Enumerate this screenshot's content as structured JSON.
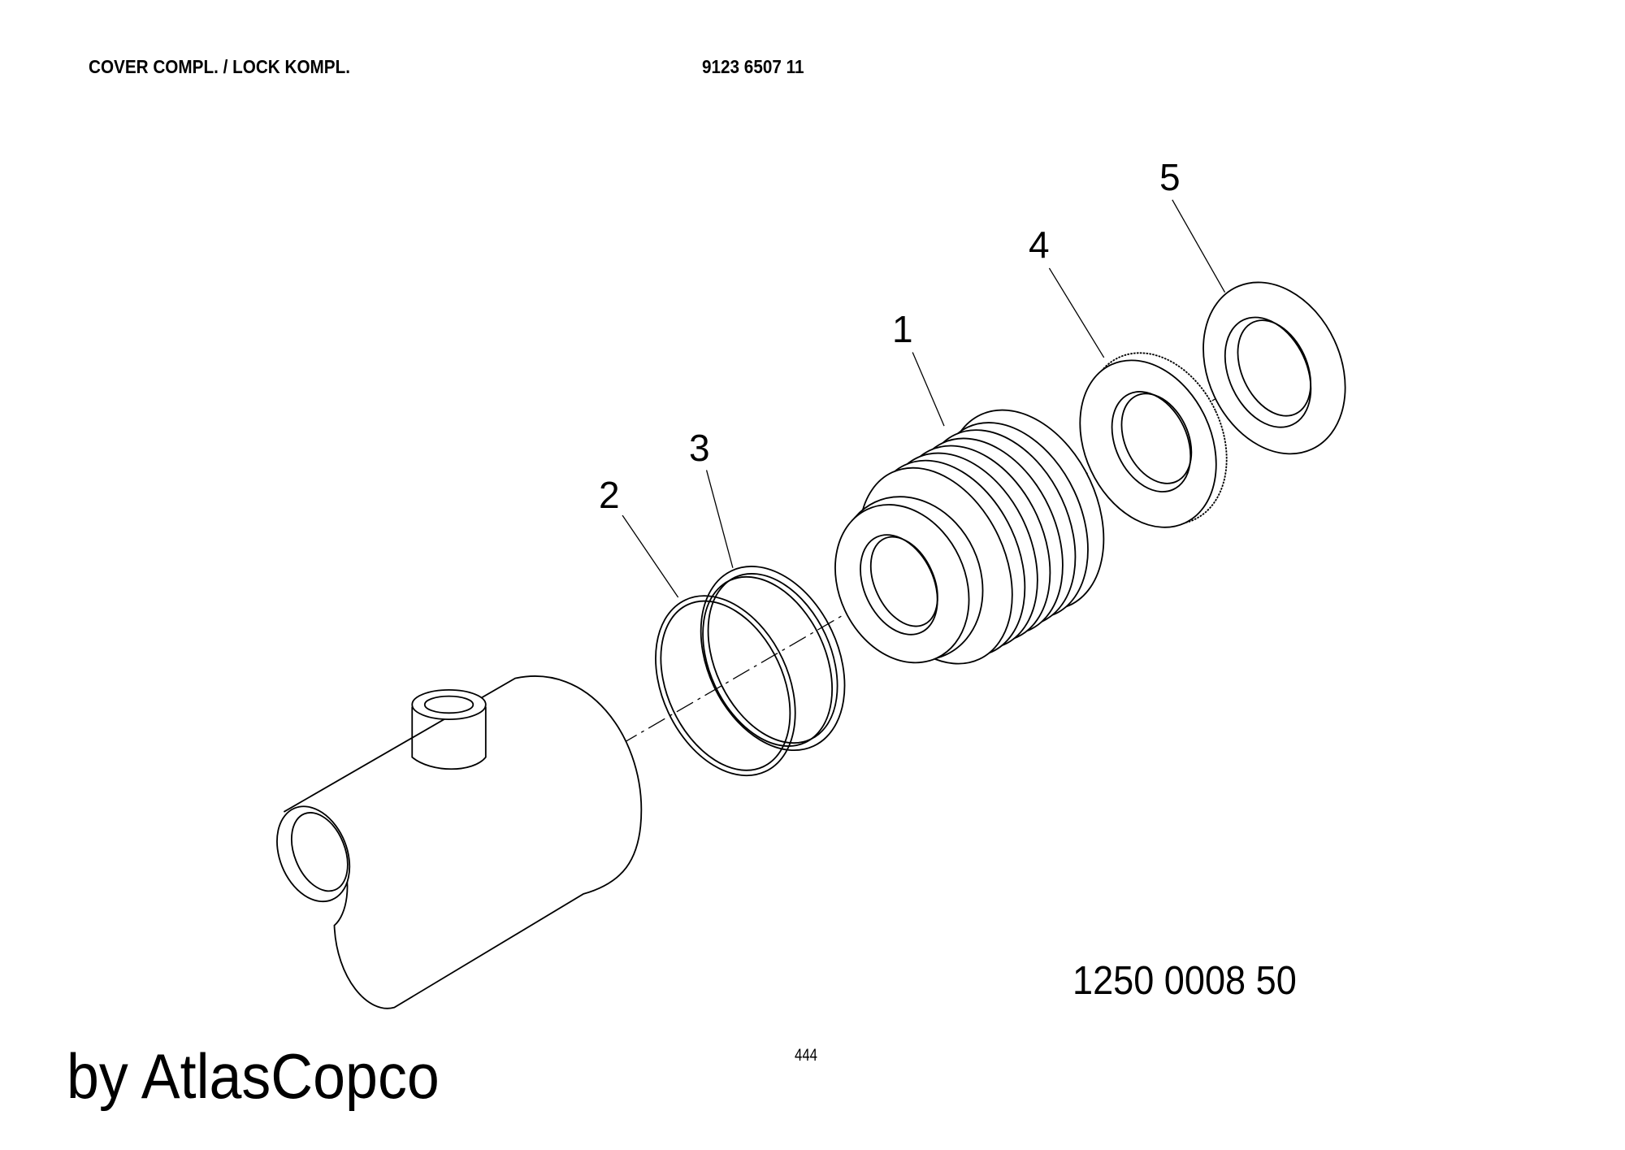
{
  "header": {
    "title": "COVER COMPL. / LOCK KOMPL.",
    "part_number": "9123 6507 11"
  },
  "callouts": [
    "1",
    "2",
    "3",
    "4",
    "5"
  ],
  "drawing_number": "1250 0008 50",
  "page_number": "444",
  "watermark": "by AtlasCopco"
}
